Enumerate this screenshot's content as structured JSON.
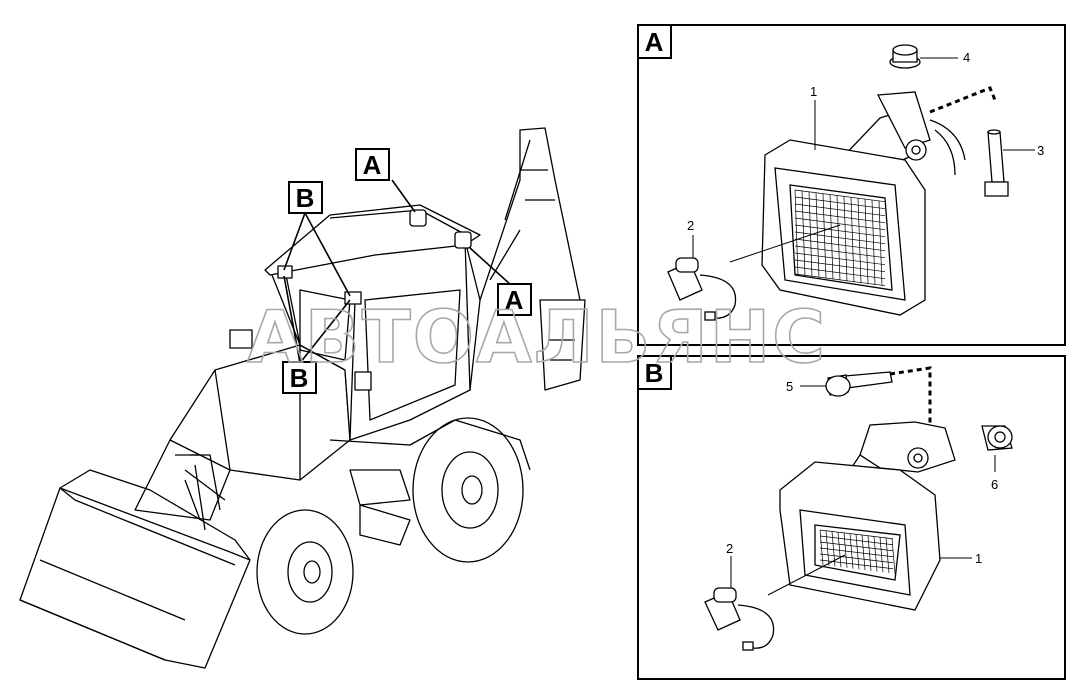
{
  "watermark": "АВТОАЛЬЯНС",
  "machine": {
    "callouts": [
      "A",
      "A",
      "B",
      "B"
    ]
  },
  "panel_a": {
    "label": "A",
    "parts": [
      "1",
      "2",
      "3",
      "4"
    ]
  },
  "panel_b": {
    "label": "B",
    "parts": [
      "5",
      "6",
      "2",
      "1"
    ]
  }
}
